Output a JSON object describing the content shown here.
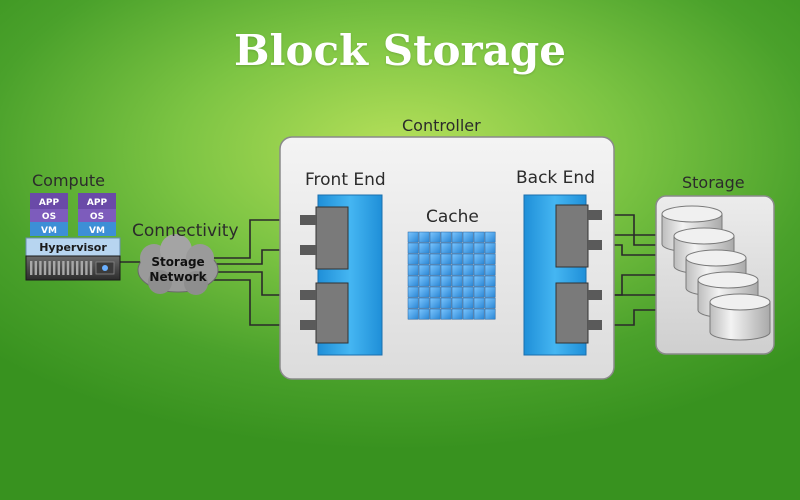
{
  "title": "Block Storage",
  "labels": {
    "controller": "Controller",
    "front_end": "Front End",
    "back_end": "Back End",
    "cache": "Cache",
    "compute": "Compute",
    "connectivity": "Connectivity",
    "storage": "Storage"
  },
  "compute": {
    "vm_stacks": [
      {
        "app": "APP",
        "os": "OS",
        "vm": "VM"
      },
      {
        "app": "APP",
        "os": "OS",
        "vm": "VM"
      }
    ],
    "hypervisor": "Hypervisor"
  },
  "network": {
    "line1": "Storage",
    "line2": "Network"
  },
  "colors": {
    "background_center": "#b6e05a",
    "background_edge": "#38921f",
    "controller_fill": "#ececec",
    "port_blue": "#2aa4e8",
    "cache_blue": "#3a9ee6",
    "vm_purple": "#6a4aa8",
    "hypervisor_blue": "#b7d5f0"
  }
}
